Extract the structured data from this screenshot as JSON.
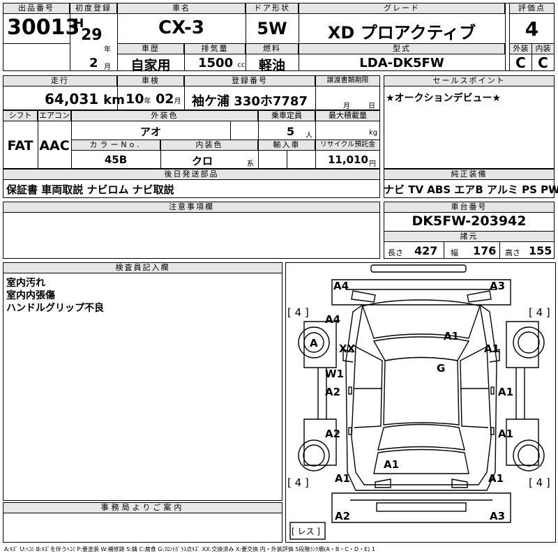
{
  "lot": {
    "header": "出品番号",
    "value": "30013"
  },
  "first_reg": {
    "header": "初度登録",
    "era": "H",
    "year": "29",
    "year_unit": "年",
    "month": "2",
    "month_unit": "月"
  },
  "model": {
    "header": "車名",
    "value": "CX-3"
  },
  "door": {
    "header": "ドア形状",
    "value": "5W"
  },
  "grade": {
    "header": "グレード",
    "value": "XD プロアクティブ"
  },
  "score": {
    "header": "評価点",
    "value": "4"
  },
  "history": {
    "header": "車歴",
    "value": "自家用"
  },
  "displacement": {
    "header": "排気量",
    "value": "1500",
    "unit": "cc"
  },
  "fuel": {
    "header": "燃料",
    "value": "軽油"
  },
  "model_code": {
    "header": "型式",
    "value": "LDA-DK5FW"
  },
  "exterior_grade": {
    "header": "外装",
    "value": "C"
  },
  "interior_grade": {
    "header": "内装",
    "value": "C"
  },
  "mileage": {
    "header": "走行",
    "value": "64,031",
    "unit": "km"
  },
  "inspection": {
    "header": "車検",
    "year": "10",
    "year_unit": "年",
    "month": "02",
    "month_unit": "月"
  },
  "registration": {
    "header": "登録番号",
    "value": "袖ケ浦 330ホ7787"
  },
  "transfer": {
    "header": "譲渡書類期限",
    "month_unit": "月",
    "day_unit": "日"
  },
  "sales_point": {
    "header": "セールスポイント",
    "value": "★オークションデビュー★"
  },
  "shift": {
    "header": "シフト",
    "value": "FAT"
  },
  "aircon": {
    "header": "エアコン",
    "value": "AAC"
  },
  "ext_color": {
    "header": "外装色",
    "value": "アオ"
  },
  "capacity": {
    "header": "乗車定員",
    "value": "5",
    "unit": "人"
  },
  "max_load": {
    "header": "最大積載量",
    "unit": "kg"
  },
  "color_no": {
    "header": "カラーNo.",
    "value": "45B"
  },
  "int_color": {
    "header": "内装色",
    "value": "クロ",
    "suffix": "系"
  },
  "import": {
    "header": "輸入車"
  },
  "recycle": {
    "header": "リサイクル預託金",
    "value": "11,010",
    "unit": "円"
  },
  "later_parts": {
    "header": "後日発送部品",
    "value": "保証書 車両取説 ナビロム ナビ取説"
  },
  "equipment": {
    "header": "純正装備",
    "value": "ナビ TV ABS エアB アルミ PS PW"
  },
  "notes": {
    "header": "注意事項欄"
  },
  "chassis": {
    "header": "車台番号",
    "value": "DK5FW-203942"
  },
  "specs": {
    "header": "諸元",
    "length_label": "長さ",
    "length": "427",
    "width_label": "幅",
    "width": "176",
    "height_label": "高さ",
    "height": "155"
  },
  "inspector": {
    "header": "検査員記入欄",
    "lines": [
      "室内汚れ",
      "室内内張傷",
      "ハンドルグリップ不良"
    ]
  },
  "office": {
    "header": "事務局よりご案内"
  },
  "diagram": {
    "tread_marks": [
      "[ 4 ]",
      "[ 4 ]",
      "[ 4 ]",
      "[ 4 ]"
    ],
    "spare_label": "[ レス ]",
    "marks": [
      "A4",
      "A3",
      "A4",
      "A",
      "XX",
      "A1",
      "A1",
      "G",
      "W1",
      "A2",
      "A1",
      "A2",
      "A1",
      "A1",
      "A1",
      "A1",
      "A2",
      "A3"
    ]
  },
  "legend": "A:ｷｽﾞ U:ﾍｺﾐ B:ｷｽﾞを伴うﾍｺﾐ P:要塗装 W:補修跡 S:錆 C:腐食 G:ﾌﾛﾝﾄｶﾞﾗｽ点ｷｽﾞ XX:交換済み X:要交換 内・外装評価 5段階ﾗﾝｸ順(A・B・C・D・E) 1"
}
